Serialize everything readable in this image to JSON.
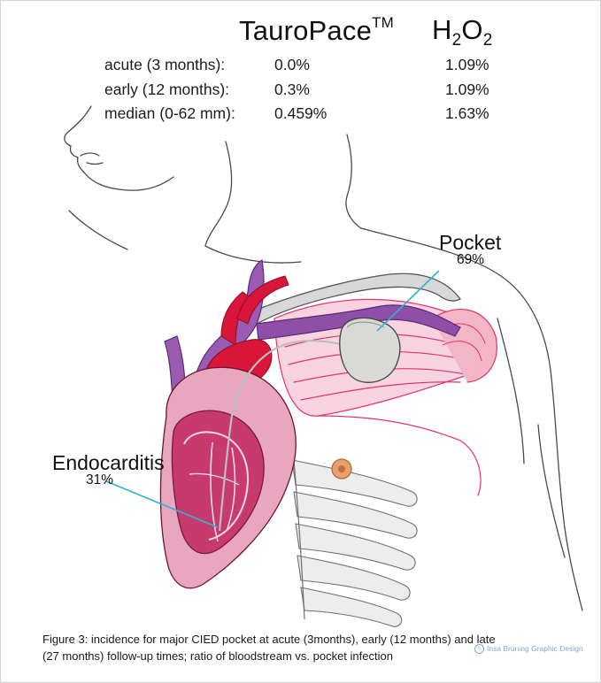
{
  "header": {
    "col1": "TauroPace",
    "col1_super": "TM",
    "col2": "H",
    "col2_sub1": "2",
    "col2_mid": "O",
    "col2_sub2": "2"
  },
  "rows": [
    {
      "label": "acute (3 months):",
      "tauropace": "0.0%",
      "h2o2": "1.09%"
    },
    {
      "label": "early (12 months):",
      "tauropace": "0.3%",
      "h2o2": "1.09%"
    },
    {
      "label": "median (0-62 mm):",
      "tauropace": "0.459%",
      "h2o2": "1.63%"
    }
  ],
  "labels": {
    "pocket": {
      "name": "Pocket",
      "pct": "69%"
    },
    "endocarditis": {
      "name": "Endocarditis",
      "pct": "31%"
    }
  },
  "caption": "Figure 3: incidence for major CIED pocket at acute (3months), early (12 months) and late (27 months) follow-up times; ratio of bloodstream vs. pocket infection",
  "credit": {
    "symbol": "c",
    "text": "Insa Brüning Graphic Design"
  },
  "colors": {
    "outline": "#4a4a4a",
    "muscle": "#e5336a",
    "vein": "#7e3f9a",
    "artery": "#d9163a",
    "leader": "#2fb3d6",
    "device": "#d9d9d6"
  }
}
